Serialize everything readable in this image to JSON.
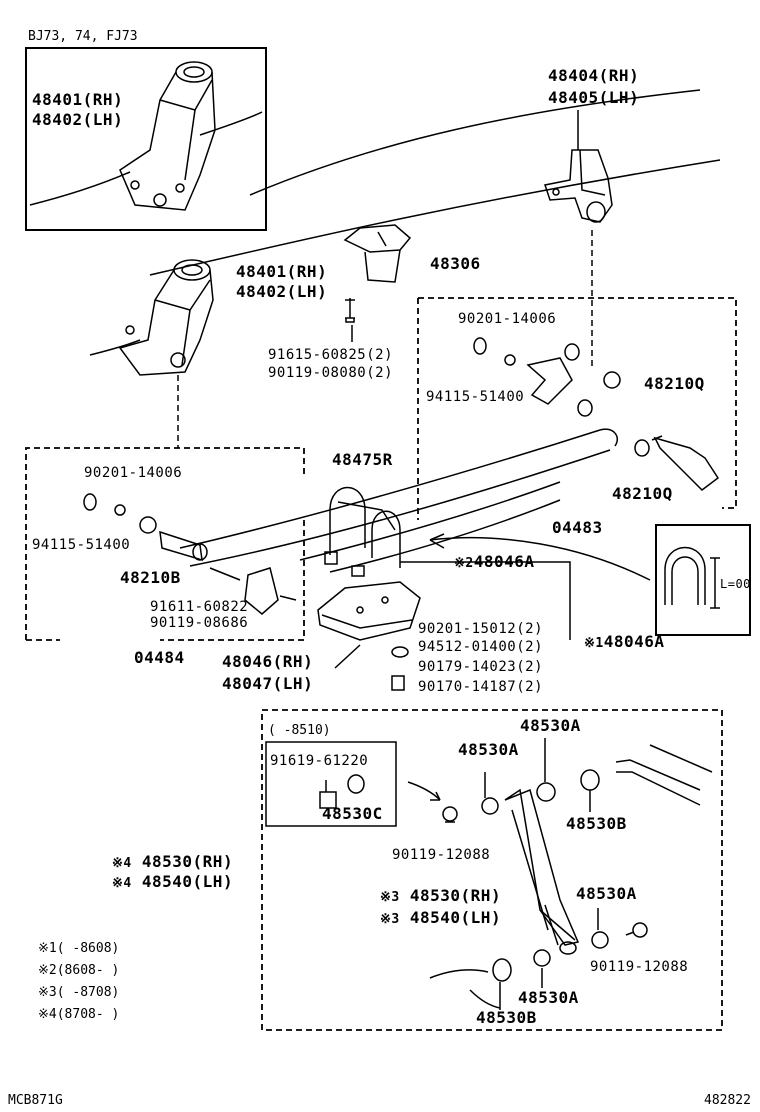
{
  "header": {
    "models": "BJ73, 74, FJ73"
  },
  "inset_bracket": {
    "part_rh": "48401(RH)",
    "part_lh": "48402(LH)"
  },
  "rear_hanger": {
    "part_rh": "48404(RH)",
    "part_lh": "48405(LH)"
  },
  "front_bracket": {
    "part_rh": "48401(RH)",
    "part_lh": "48402(LH)"
  },
  "bumper_stopper": {
    "part": "48306"
  },
  "bracket_bolts": {
    "bolt": "91615-60825(2)",
    "nut": "90119-08080(2)"
  },
  "rear_shackle_kit": {
    "nut": "90201-14006",
    "washer": "94115-51400",
    "bushing_upper": "48210Q",
    "bushing_lower": "48210Q"
  },
  "front_pin_kit": {
    "nut": "90201-14006",
    "washer": "94115-51400",
    "bushing": "48210B",
    "bolt": "91611-60822",
    "bolt_nut": "90119-08686",
    "kit_number": "04484"
  },
  "leaf_spring": {
    "part": "48475R",
    "kit_number": "04483"
  },
  "u_bolt_inset": {
    "dimension": "L=00"
  },
  "u_bolt": {
    "marker": "※2",
    "part": "48046A"
  },
  "u_bolt_alt": {
    "marker": "※1",
    "part": "48046A"
  },
  "spring_seat": {
    "part_rh": "48046(RH)",
    "part_lh": "48047(LH)",
    "washer": "90201-15012(2)",
    "washer2": "94512-01400(2)",
    "nut": "90179-14023(2)",
    "nut2": "90170-14187(2)"
  },
  "shock_section": {
    "date_range": "(     -8510)",
    "early_bolt": "91619-61220",
    "early_part": "48530C",
    "cushion_a1": "48530A",
    "cushion_a2": "48530A",
    "cushion_b1": "48530B",
    "nut_upper": "90119-12088",
    "main_marker": "※4",
    "main_rh": "48530(RH)",
    "main_lh": "48540(LH)",
    "alt_marker": "※3",
    "alt_rh": "48530(RH)",
    "alt_lh": "48540(LH)",
    "cushion_a3": "48530A",
    "nut_lower": "90119-12088",
    "cushion_a4": "48530A",
    "cushion_b2": "48530B"
  },
  "legend": [
    {
      "marker": "※1",
      "range": "(     -8608)"
    },
    {
      "marker": "※2",
      "range": "(8608-     )"
    },
    {
      "marker": "※3",
      "range": "(     -8708)"
    },
    {
      "marker": "※4",
      "range": "(8708-     )"
    }
  ],
  "footer": {
    "code_left": "MCB871G",
    "code_right": "482822"
  }
}
